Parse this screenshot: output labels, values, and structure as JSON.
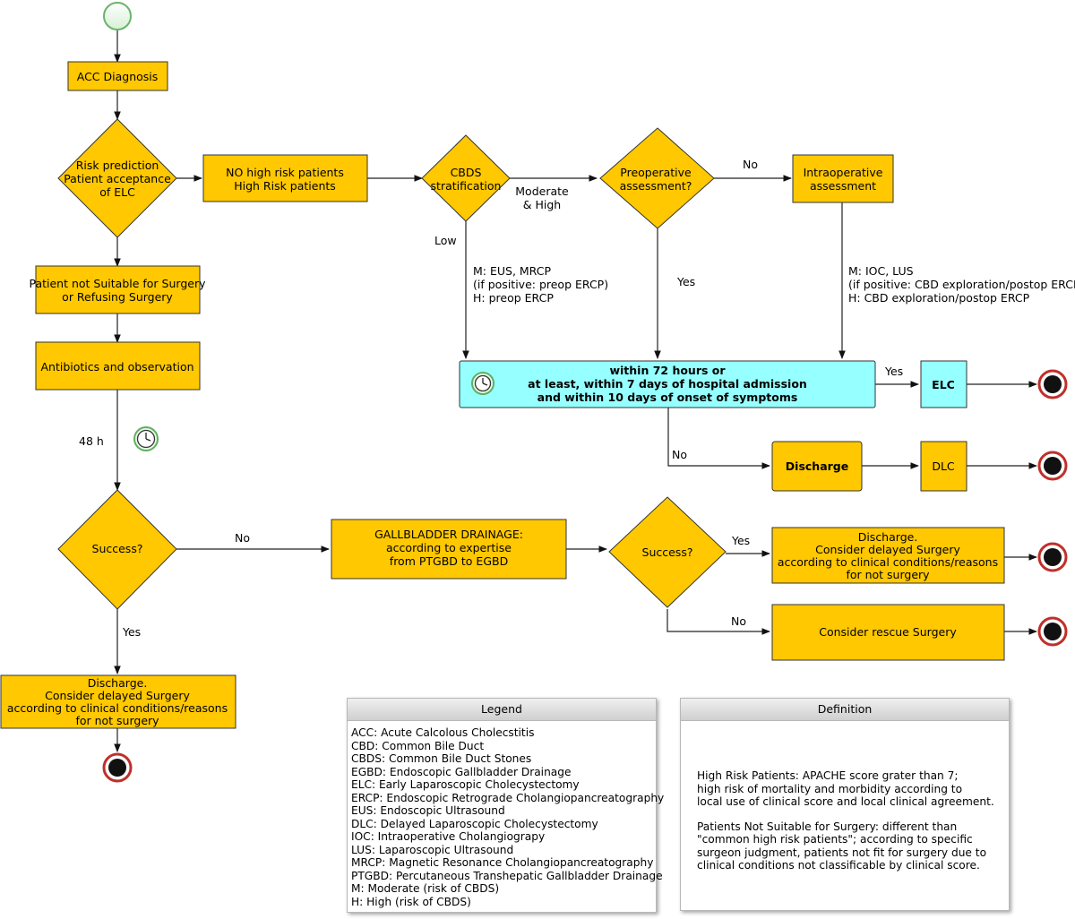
{
  "colors": {
    "process": "#FFC800",
    "highlight": "#96FFFF",
    "start": "#E8F8E8",
    "end": "#111111"
  },
  "nodes": {
    "acc_diagnosis": "ACC Diagnosis",
    "risk": [
      "Risk prediction",
      "Patient acceptance",
      "of ELC"
    ],
    "no_high_risk": [
      "NO high risk patients",
      "High Risk patients"
    ],
    "cbds": [
      "CBDS",
      "stratification"
    ],
    "preop": [
      "Preoperative",
      "assessment?"
    ],
    "intraop": [
      "Intraoperative",
      "assessment"
    ],
    "not_suitable": [
      "Patient not Suitable for Surgery",
      "or Refusing Surgery"
    ],
    "antibiotics": "Antibiotics and observation",
    "timing": [
      "within 72 hours or",
      "at least, within 7 days of hospital admission",
      "and within 10 days of onset of symptoms"
    ],
    "elc": "ELC",
    "discharge": "Discharge",
    "dlc": "DLC",
    "success_left": "Success?",
    "drainage": [
      "GALLBLADDER DRAINAGE:",
      "according to expertise",
      "from PTGBD to EGBD"
    ],
    "success_right": "Success?",
    "discharge_delayed_right": [
      "Discharge.",
      "Consider delayed Surgery",
      "according to clinical conditions/reasons",
      "for not surgery"
    ],
    "rescue": "Consider rescue Surgery",
    "discharge_delayed_left": [
      "Discharge.",
      "Consider delayed Surgery",
      "according to clinical conditions/reasons",
      "for not surgery"
    ]
  },
  "edge_labels": {
    "no_top": "No",
    "moderate_high": [
      "Moderate",
      "& High"
    ],
    "low": "Low",
    "cbds_methods": [
      "M: EUS, MRCP",
      "(if positive: preop ERCP)",
      "H: preop ERCP"
    ],
    "yes_preop": "Yes",
    "intraop_methods": [
      "M: IOC, LUS",
      "(if positive: CBD exploration/postop ERCP)",
      "H: CBD exploration/postop ERCP"
    ],
    "yes_elc": "Yes",
    "no_discharge": "No",
    "time_48h": "48 h",
    "no_drainage": "No",
    "yes_right": "Yes",
    "no_rescue": "No",
    "yes_left": "Yes"
  },
  "legend": {
    "title": "Legend",
    "items": [
      "ACC: Acute Calcolous Cholecstitis",
      "CBD: Common Bile Duct",
      "CBDS: Common Bile Duct Stones",
      "EGBD: Endoscopic Gallbladder Drainage",
      "ELC: Early Laparoscopic Cholecystectomy",
      "ERCP: Endoscopic Retrograde Cholangiopancreatography",
      "EUS: Endoscopic Ultrasound",
      "DLC: Delayed Laparoscopic Cholecystectomy",
      "IOC: Intraoperative Cholangiograpy",
      "LUS: Laparoscopic Ultrasound",
      "MRCP: Magnetic Resonance Cholangiopancreatography",
      "PTGBD: Percutaneous Transhepatic Gallbladder Drainage",
      "M: Moderate (risk of CBDS)",
      "H: High (risk of CBDS)"
    ]
  },
  "definition": {
    "title": "Definition",
    "high_risk": "High Risk Patients: APACHE score grater than 7;\nhigh risk of mortality and morbidity according to\nlocal use of clinical score  and local clinical agreement.",
    "not_suitable": "Patients Not Suitable for Surgery: different than\n\"common high risk patients\"; according to specific\nsurgeon judgment, patients not fit for surgery due to\nclinical conditions not classificable by clinical score."
  }
}
